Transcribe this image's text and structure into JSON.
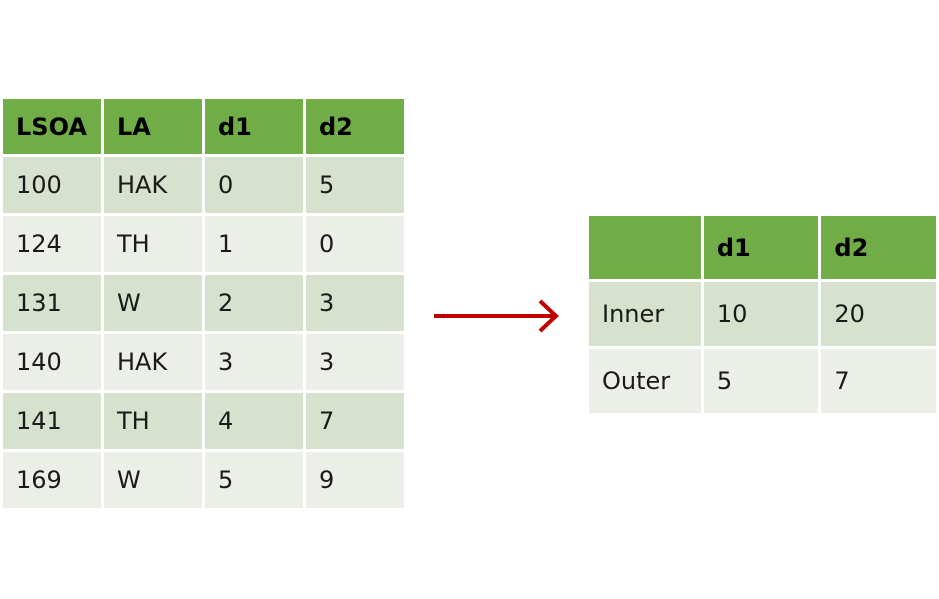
{
  "source_table": {
    "headers": [
      "LSOA",
      "LA",
      "d1",
      "d2"
    ],
    "rows": [
      [
        "100",
        "HAK",
        "0",
        "5"
      ],
      [
        "124",
        "TH",
        "1",
        "0"
      ],
      [
        "131",
        "W",
        "2",
        "3"
      ],
      [
        "140",
        "HAK",
        "3",
        "3"
      ],
      [
        "141",
        "TH",
        "4",
        "7"
      ],
      [
        "169",
        "W",
        "5",
        "9"
      ]
    ]
  },
  "arrow": {
    "color": "#c00000"
  },
  "result_table": {
    "headers": [
      "",
      "d1",
      "d2"
    ],
    "rows": [
      [
        "Inner",
        "10",
        "20"
      ],
      [
        "Outer",
        "5",
        "7"
      ]
    ]
  },
  "colors": {
    "header": "#70ad47",
    "row_dark": "#d6e2cd",
    "row_light": "#ebefe7"
  }
}
